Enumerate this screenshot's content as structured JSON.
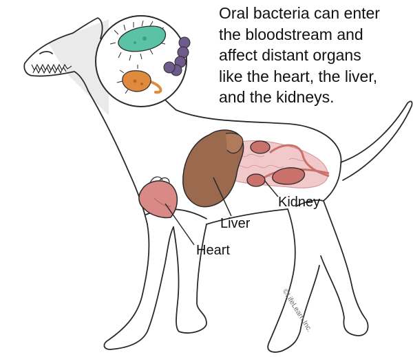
{
  "caption": {
    "lines": [
      "Oral bacteria can enter",
      "the bloodstream and",
      "affect distant organs",
      "like the heart, the liver,",
      "and the kidneys."
    ]
  },
  "labels": {
    "heart": "Heart",
    "liver": "Liver",
    "kidney": "Kidney"
  },
  "copyright": "©LifeLearn Inc.",
  "colors": {
    "outline": "#2a2a2a",
    "liver": "#9b6a4e",
    "heart": "#d98a86",
    "kidney": "#c9716a",
    "intestine": "#f1c9cb",
    "bacteria_green": "#5cc2a5",
    "bacteria_purple": "#6f5a8c",
    "bacteria_orange": "#e08a3e"
  }
}
